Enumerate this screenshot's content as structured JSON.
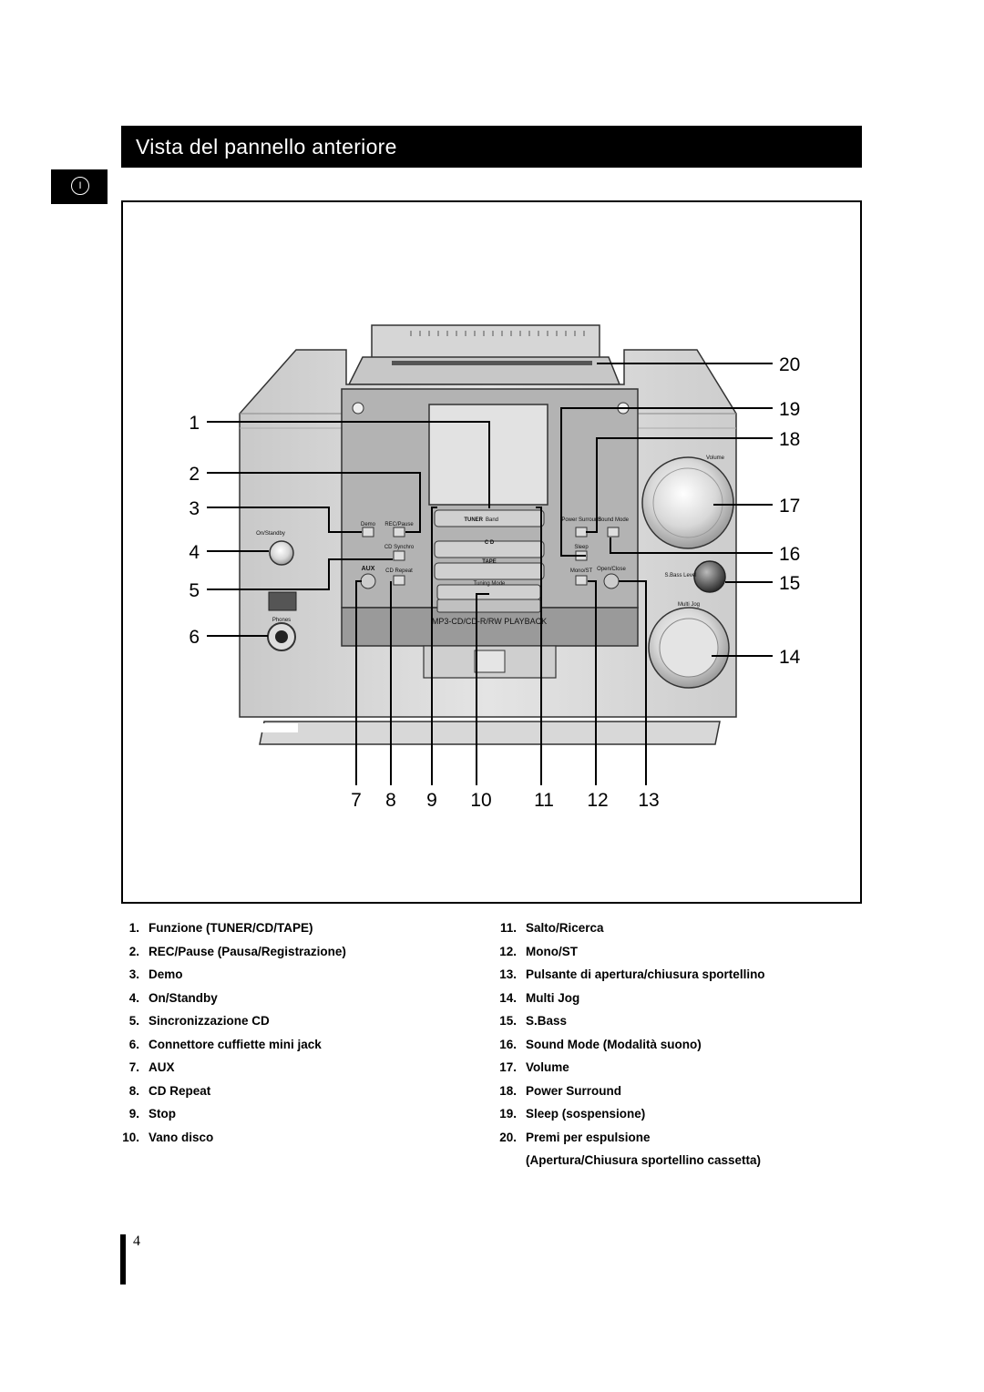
{
  "header": {
    "title": "Vista del pannello anteriore",
    "language_tab": "I"
  },
  "device": {
    "callouts": [
      "1",
      "2",
      "3",
      "4",
      "5",
      "6",
      "7",
      "8",
      "9",
      "10",
      "11",
      "12",
      "13",
      "14",
      "15",
      "16",
      "17",
      "18",
      "19",
      "20"
    ],
    "panel_labels": {
      "on_standby": "On/Standby",
      "phones": "Phones",
      "demo": "Demo",
      "rec_pause": "REC/Pause",
      "cd_synchro": "CD Synchro",
      "aux": "AUX",
      "cd_repeat": "CD Repeat",
      "tuner": "TUNER",
      "band": "Band",
      "cd": "C D",
      "tape": "TAPE",
      "tuning_mode": "Tuning Mode",
      "power_surround": "Power Surround",
      "sound_mode": "Sound Mode",
      "sleep": "Sleep",
      "mono_st": "Mono/ST",
      "open_close": "Open/Close",
      "volume": "Volume",
      "sbass_level": "S.Bass Level",
      "multi_jog": "Multi Jog",
      "tray_text": "MP3-CD/CD-R/RW PLAYBACK"
    }
  },
  "legend_left": [
    {
      "n": "1.",
      "text": "Funzione (TUNER/CD/TAPE)"
    },
    {
      "n": "2.",
      "text": "REC/Pause (Pausa/Registrazione)"
    },
    {
      "n": "3.",
      "text": "Demo"
    },
    {
      "n": "4.",
      "text": "On/Standby"
    },
    {
      "n": "5.",
      "text": "Sincronizzazione CD"
    },
    {
      "n": "6.",
      "text": "Connettore cuffiette mini jack"
    },
    {
      "n": "7.",
      "text": "AUX"
    },
    {
      "n": "8.",
      "text": "CD Repeat"
    },
    {
      "n": "9.",
      "text": "Stop"
    },
    {
      "n": "10.",
      "text": "Vano disco"
    }
  ],
  "legend_right": [
    {
      "n": "11.",
      "text": "Salto/Ricerca"
    },
    {
      "n": "12.",
      "text": "Mono/ST"
    },
    {
      "n": "13.",
      "text": "Pulsante di apertura/chiusura sportellino"
    },
    {
      "n": "14.",
      "text": "Multi Jog"
    },
    {
      "n": "15.",
      "text": "S.Bass"
    },
    {
      "n": "16.",
      "text": "Sound Mode (Modalità suono)"
    },
    {
      "n": "17.",
      "text": "Volume"
    },
    {
      "n": "18.",
      "text": "Power Surround"
    },
    {
      "n": "19.",
      "text": "Sleep (sospensione)"
    },
    {
      "n": "20.",
      "text": "Premi per espulsione"
    },
    {
      "n": "",
      "text": "(Apertura/Chiusura sportellino cassetta)"
    }
  ],
  "footer": {
    "page_number": "4"
  }
}
